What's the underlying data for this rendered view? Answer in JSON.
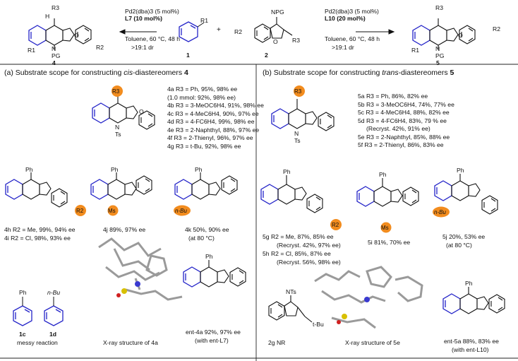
{
  "scheme": {
    "left_cond": [
      "Pd2(dba)3 (5 mol%)",
      "L7 (10 mol%)",
      "Toluene, 60 °C, 48 h",
      ">19:1 dr"
    ],
    "right_cond": [
      "Pd2(dba)3 (5 mol%)",
      "L10 (20 mol%)",
      "Toluene, 60 °C, 48 h",
      ">19:1 dr"
    ],
    "plus": "+",
    "labels": {
      "p4": "4",
      "s1": "1",
      "s2": "2",
      "p5": "5"
    },
    "atoms": {
      "R1": "R1",
      "R2": "R2",
      "R3": "R3",
      "NPG": "NPG",
      "N": "N",
      "PG": "PG",
      "O": "O",
      "H": "H"
    }
  },
  "panel_a": {
    "title_prefix": "(a) Substrate scope for constructing ",
    "title_em": "cis",
    "title_suffix": "-diastereomers ",
    "title_num": "4",
    "general_atoms": {
      "R3": "R3",
      "N": "N",
      "Ts": "Ts",
      "O": "O"
    },
    "scope": [
      "4a R3 = Ph, 95%, 98% ee",
      "(1.0 mmol: 92%, 98% ee)",
      "4b R3 = 3-MeOC6H4, 91%, 98% ee",
      "4c R3 = 4-MeC6H4, 90%, 97% ee",
      "4d R3 = 4-FC6H4, 99%, 98% ee",
      "4e R3 = 2-Naphthyl, 88%, 97% ee",
      "4f R3 = 2-Thienyl, 96%, 97% ee",
      "4g R3 = t-Bu, 92%, 98% ee"
    ],
    "c4h": [
      "4h R2 = Me, 99%, 94% ee",
      "4i R2 = Cl, 98%, 93% ee"
    ],
    "c4j": "4j 89%, 97% ee",
    "c4k": [
      "4k 50%, 90% ee",
      "(at 80 °C)"
    ],
    "atoms": {
      "Ph": "Ph",
      "Ms": "Ms",
      "nBu": "n-Bu",
      "R2": "R2"
    },
    "c1c": "1c",
    "c1d": "1d",
    "messy": "messy reaction",
    "xray": "X-ray structure of 4a",
    "ent4a": [
      "ent-4a 92%, 97% ee",
      "(with ent-L7)"
    ]
  },
  "panel_b": {
    "title_prefix": "(b) Substrate scope for constructing ",
    "title_em": "trans",
    "title_suffix": "-diastereomers ",
    "title_num": "5",
    "scope": [
      "5a R3 = Ph, 86%, 82% ee",
      "5b R3 = 3-MeOC6H4, 74%, 77% ee",
      "5c R3 = 4-MeC6H4, 88%, 82% ee",
      "5d R3 = 4-FC6H4, 83%, 79 % ee",
      "(Recryst. 42%, 91% ee)",
      "5e R3 = 2-Naphthyl,  85%, 88% ee",
      "5f R3 = 2-Thienyl, 86%, 83% ee"
    ],
    "c5g": [
      "5g R2 = Me, 87%, 85% ee",
      "(Recryst. 42%, 97% ee)",
      "5h R2 = Cl, 85%, 87% ee",
      "(Recryst. 56%, 98% ee)"
    ],
    "c5i": "5i 81%, 70% ee",
    "c5j": [
      "5j 20%, 53% ee",
      "(at 80 °C)"
    ],
    "c2g": "2g NR",
    "atoms": {
      "NTs": "NTs",
      "tBu": "t-Bu"
    },
    "xray": "X-ray structure of 5e",
    "ent5a": [
      "ent-5a 88%, 83% ee",
      "(with ent-L10)"
    ]
  },
  "colors": {
    "ring": "#2323c8",
    "bond": "#111111",
    "highlight": "#f28c1e"
  }
}
